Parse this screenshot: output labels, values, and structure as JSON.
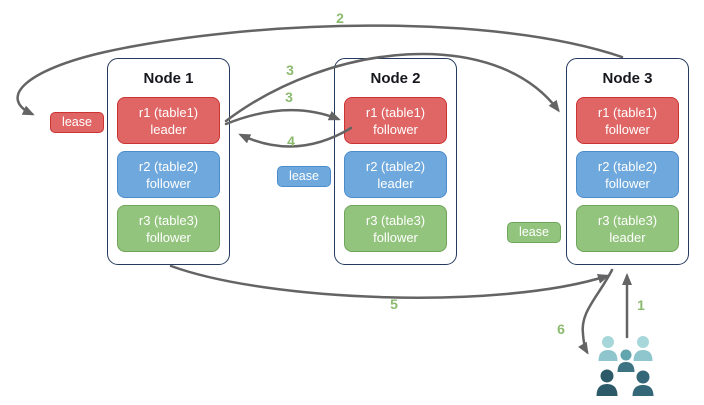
{
  "nodes": [
    {
      "title": "Node 1",
      "ranges": [
        {
          "name": "r1 (table1)",
          "role": "leader",
          "color": "red"
        },
        {
          "name": "r2 (table2)",
          "role": "follower",
          "color": "blue"
        },
        {
          "name": "r3 (table3)",
          "role": "follower",
          "color": "green"
        }
      ]
    },
    {
      "title": "Node 2",
      "ranges": [
        {
          "name": "r1 (table1)",
          "role": "follower",
          "color": "red"
        },
        {
          "name": "r2 (table2)",
          "role": "leader",
          "color": "blue"
        },
        {
          "name": "r3 (table3)",
          "role": "follower",
          "color": "green"
        }
      ]
    },
    {
      "title": "Node 3",
      "ranges": [
        {
          "name": "r1 (table1)",
          "role": "follower",
          "color": "red"
        },
        {
          "name": "r2 (table2)",
          "role": "follower",
          "color": "blue"
        },
        {
          "name": "r3 (table3)",
          "role": "leader",
          "color": "green"
        }
      ]
    }
  ],
  "leases": [
    {
      "label": "lease",
      "color": "red"
    },
    {
      "label": "lease",
      "color": "blue"
    },
    {
      "label": "lease",
      "color": "green"
    }
  ],
  "steps": [
    {
      "label": "1"
    },
    {
      "label": "2"
    },
    {
      "label": "3"
    },
    {
      "label": "3"
    },
    {
      "label": "4"
    },
    {
      "label": "5"
    },
    {
      "label": "6"
    }
  ],
  "icons": {
    "users": "users-group-icon"
  },
  "colors": {
    "red_fill": "#e06666",
    "red_border": "#cc3333",
    "blue_fill": "#6fa8dc",
    "blue_border": "#4d8ccb",
    "green_fill": "#93c47d",
    "green_border": "#6fa55a",
    "node_border": "#243a5e",
    "arrow": "#646464",
    "step_label": "#8cbb70",
    "users_light": "#a7d7db",
    "users_mid": "#62a5af",
    "users_dark": "#2c5a69"
  }
}
